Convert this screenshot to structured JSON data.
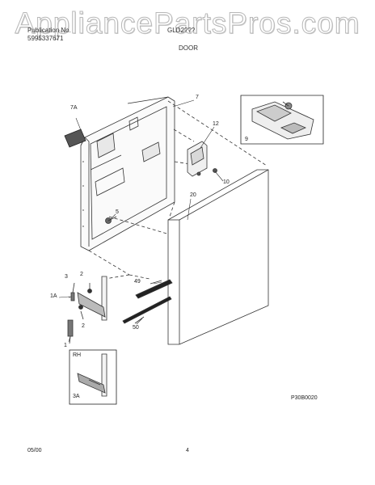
{
  "watermark": "AppliancePartsPros.com",
  "header": {
    "publication_label": "Publication No.",
    "publication_number": "5995337671",
    "model": "GLD2???",
    "section": "DOOR"
  },
  "callouts": {
    "c7A": "7A",
    "c7": "7",
    "c12": "12",
    "c9": "9",
    "c10": "10",
    "c5": "5",
    "c20": "20",
    "c2a": "2",
    "c3": "3",
    "c49": "49",
    "c1A": "1A",
    "c2b": "2",
    "c50": "50",
    "c1": "1",
    "cRH": "RH",
    "c3A": "3A"
  },
  "diagram_code": "P30B0020",
  "footer": {
    "date": "05/00",
    "page": "4"
  }
}
